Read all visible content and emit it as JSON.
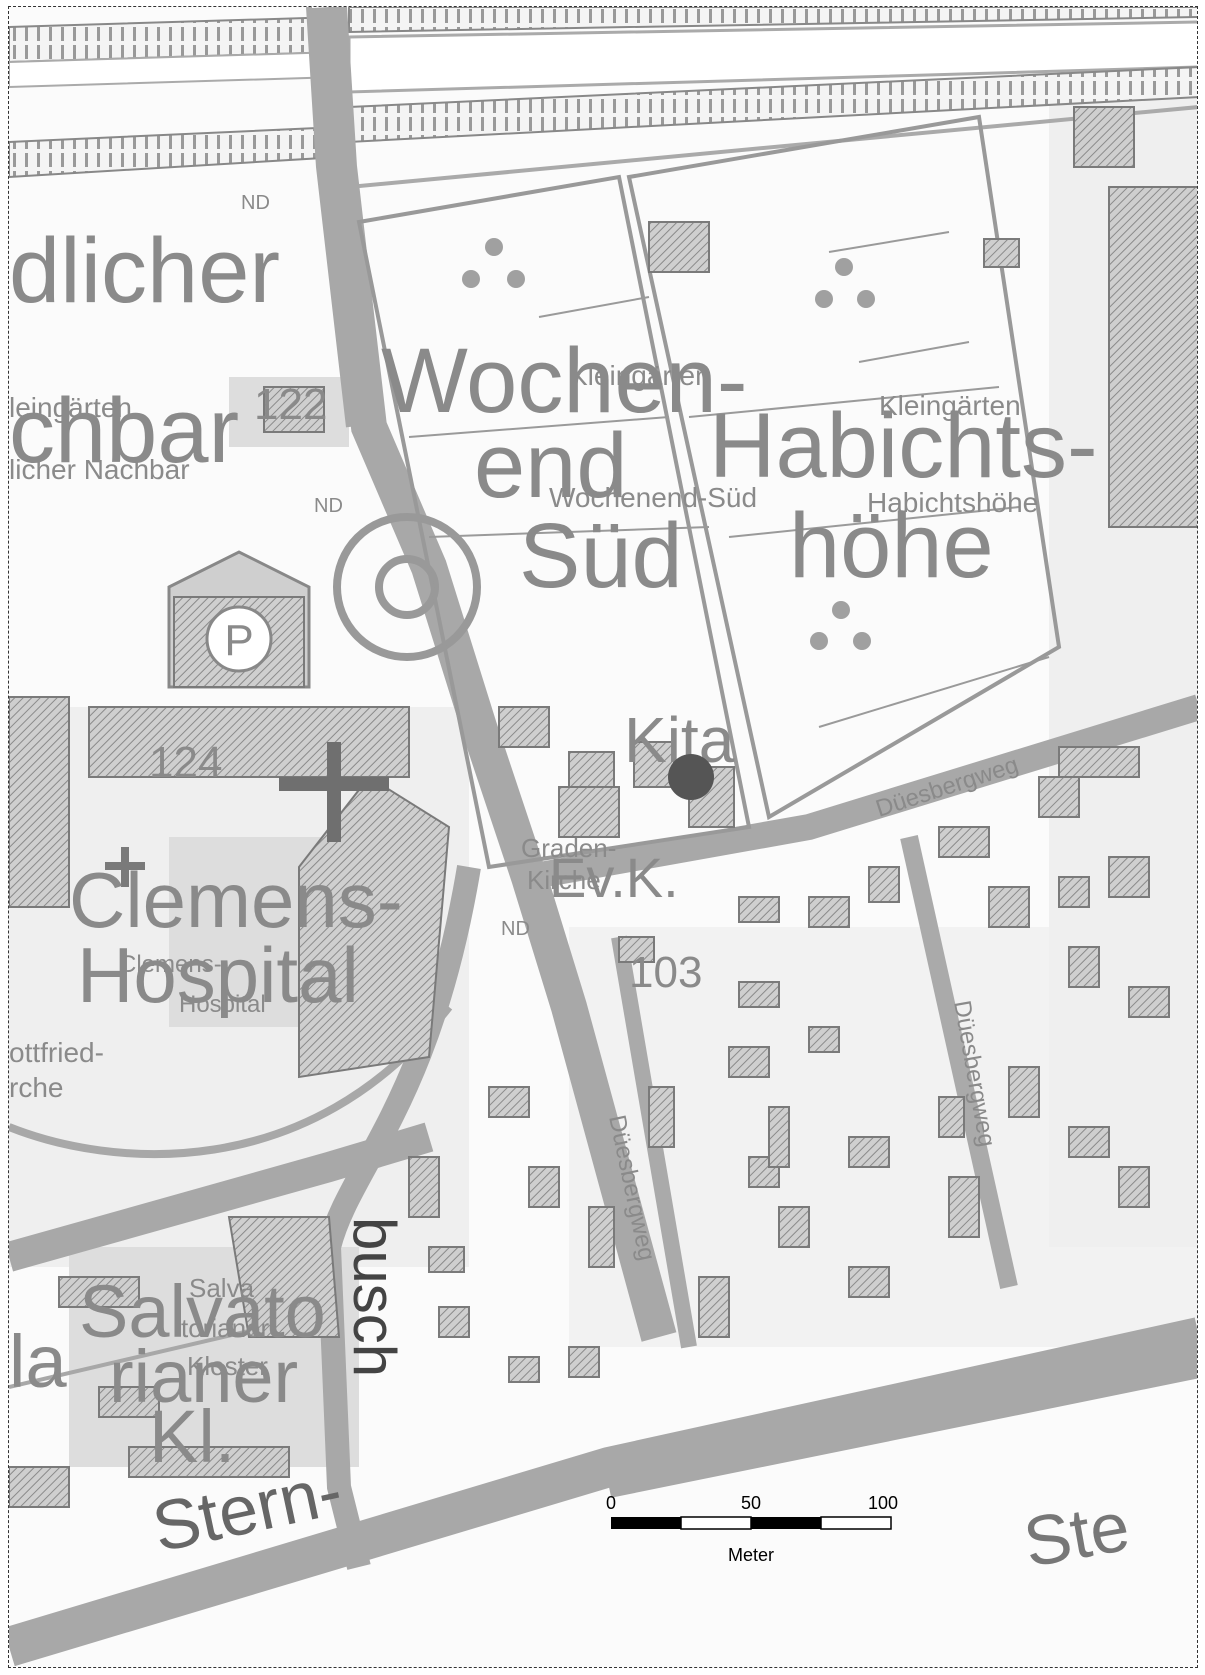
{
  "map": {
    "labels": {
      "nachbar_big": "dlicher",
      "nachbar_big2": "chbar",
      "kleingaerten_left": "leingärten",
      "nachbar_small": "licher Nachbar",
      "wochen_big_1": "Wochen-",
      "wochen_big_2": "end",
      "wochen_big_3": "Süd",
      "kleingaerten_1": "Kleingärten",
      "wochenend_sued": "Wochenend-Süd",
      "habichts_big_1": "Habichts-",
      "habichts_big_2": "höhe",
      "kleingaerten_2": "Kleingärten",
      "habichtshoehe": "Habichtshöhe",
      "kita": "Kita",
      "duesbergweg_1": "Düesbergweg",
      "duesbergweg_2": "Düesbergweg",
      "duesbergweg_3": "Düesbergweg",
      "graden_kirche": "Graden-",
      "kirche": "Kirche",
      "evk": "Ev.K.",
      "nd_1": "ND",
      "nd_2": "ND",
      "nd_3": "ND",
      "clemens_big_1": "Clemens-",
      "clemens_big_2": "Hospital",
      "clemens_small_1": "Clemens-",
      "clemens_small_2": "Hospital",
      "gottfried_1": "ottfried-",
      "gottfried_2": "rche",
      "num_122": "122",
      "num_124": "124",
      "num_103": "103",
      "parking": "P",
      "salva_big_1": "Salvato",
      "salva_big_2": "rianer",
      "salva_big_3": "Kl.",
      "salva_small_1": "Salva",
      "salva_small_2": "torianer",
      "salva_small_3": "Kloster",
      "la_big": "la",
      "busch": "busch",
      "stern": "Stern-",
      "ste": "Ste"
    },
    "marker_color": "#555555"
  },
  "scale": {
    "tick_0": "0",
    "tick_50": "50",
    "tick_100": "100",
    "unit": "Meter"
  }
}
